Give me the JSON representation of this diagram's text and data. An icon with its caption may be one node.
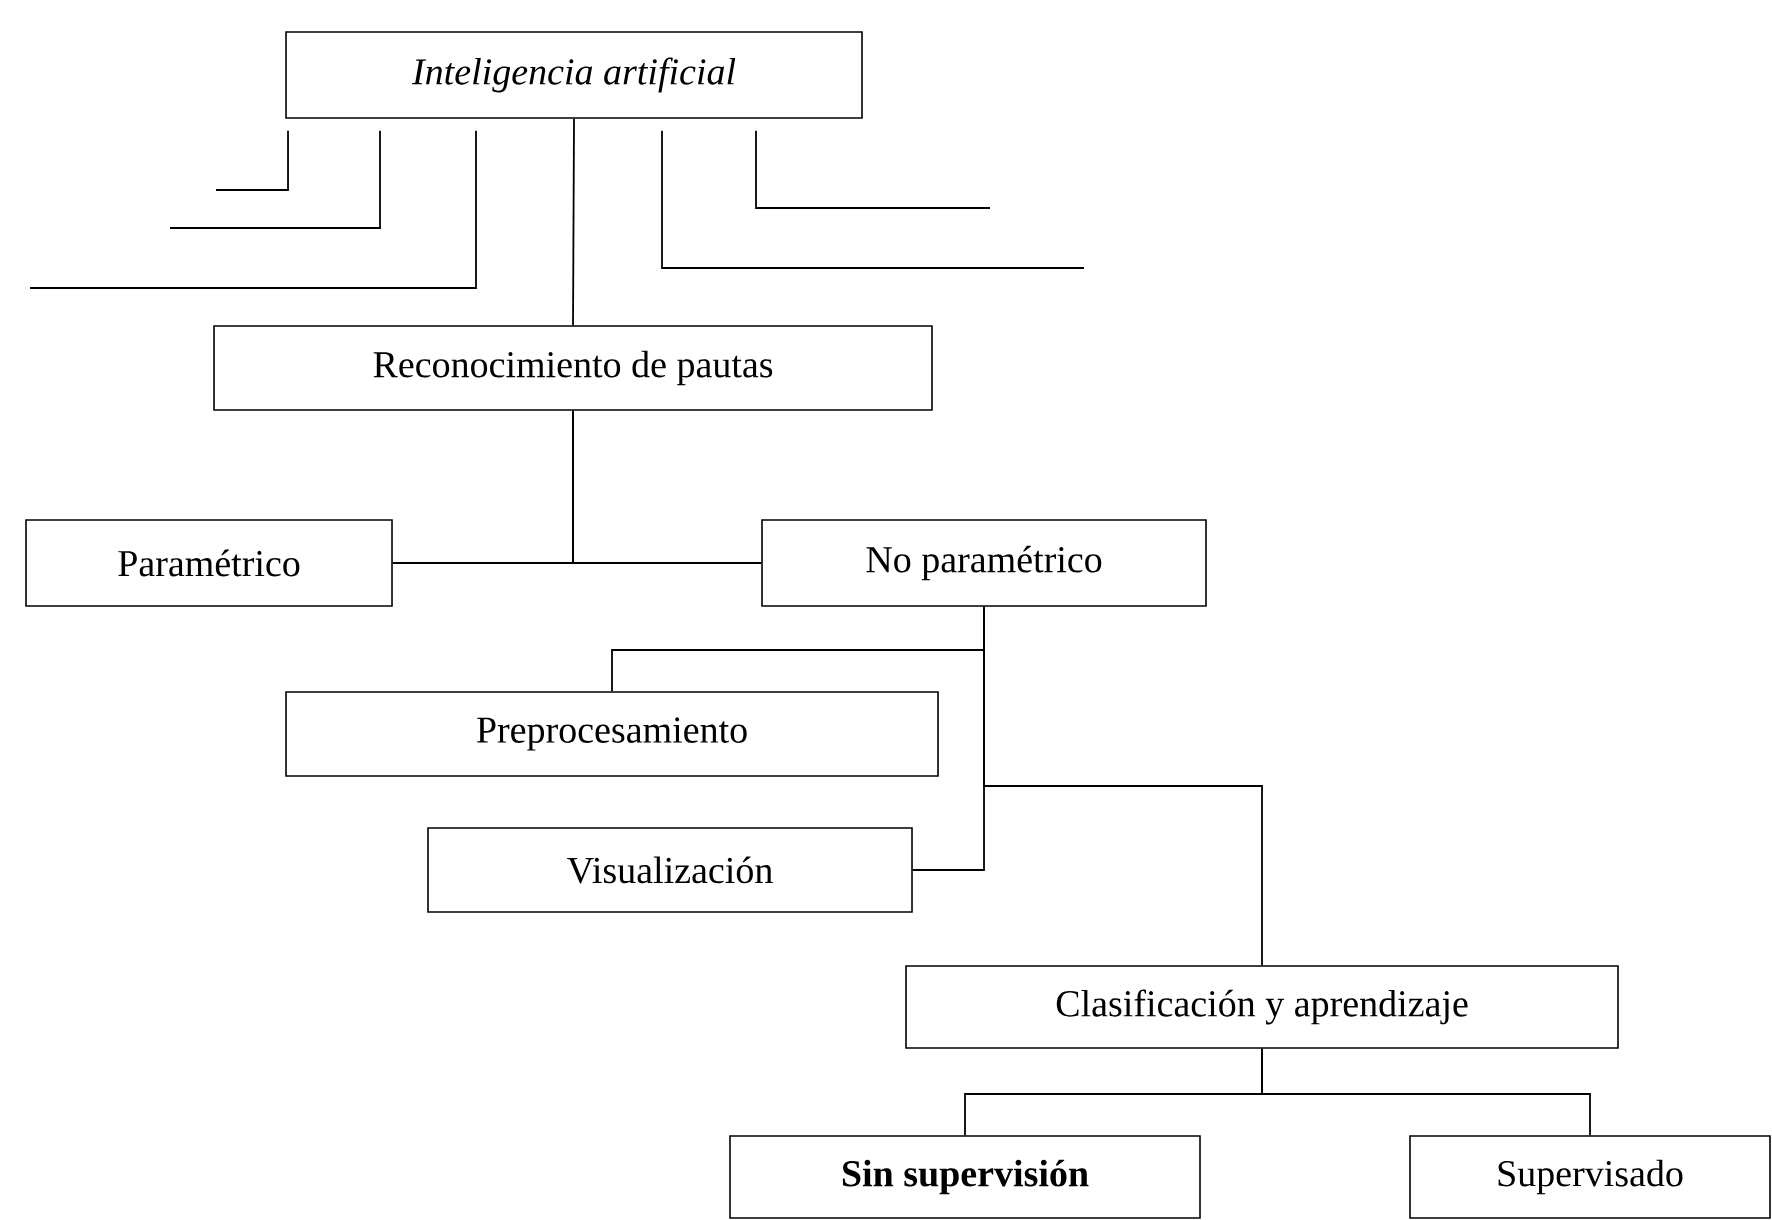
{
  "diagram": {
    "nodes": [
      {
        "text": [
          "Inteligencia artificial"
        ]
      },
      {
        "text": [
          "Reconocimiento de pautas"
        ]
      },
      {
        "text": [
          "Paramétrico"
        ]
      },
      {
        "text": [
          "No paramétrico"
        ]
      },
      {
        "text": [
          "Preprocesamiento"
        ]
      },
      {
        "text": [
          "Visualización"
        ]
      },
      {
        "text": [
          "Clasificación y aprendizaje"
        ]
      },
      {
        "text": [
          "Sin supervisión"
        ]
      },
      {
        "text": [
          "Supervisado"
        ]
      }
    ],
    "edges": [
      {
        "from": 0,
        "to": 1,
        "arrow": "none"
      },
      {
        "from": 1,
        "to": 2,
        "arrow": "none"
      },
      {
        "from": 1,
        "to": 3,
        "arrow": "none"
      },
      {
        "from": 3,
        "to": 4,
        "arrow": "none"
      },
      {
        "from": 3,
        "to": 5,
        "arrow": "none"
      },
      {
        "from": 3,
        "to": 6,
        "arrow": "none"
      },
      {
        "from": 6,
        "to": 7,
        "arrow": "none"
      },
      {
        "from": 6,
        "to": 8,
        "arrow": "none"
      },
      {
        "from": 0,
        "to": null,
        "arrow": "none"
      },
      {
        "from": 0,
        "to": null,
        "arrow": "none"
      },
      {
        "from": 0,
        "to": null,
        "arrow": "none"
      },
      {
        "from": 0,
        "to": null,
        "arrow": "none"
      },
      {
        "from": 0,
        "to": null,
        "arrow": "none"
      }
    ]
  }
}
